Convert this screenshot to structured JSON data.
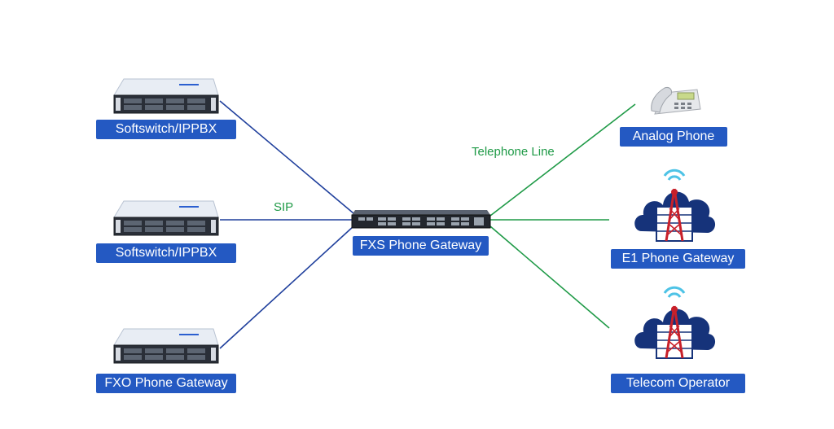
{
  "colors": {
    "label_bg": "#2459c2",
    "label_text": "#ffffff",
    "sip_line": "#1f3f9c",
    "telephone_line": "#1f9a47",
    "sip_text": "#1f9a47",
    "telephone_text": "#1f9a47"
  },
  "left_nodes": [
    {
      "label": "Softswitch/IPPBX",
      "icon": "rack-server-icon"
    },
    {
      "label": "Softswitch/IPPBX",
      "icon": "rack-server-icon"
    },
    {
      "label": "FXO Phone Gateway",
      "icon": "rack-server-icon"
    }
  ],
  "center_node": {
    "label": "FXS Phone Gateway",
    "icon": "gateway-device-icon"
  },
  "right_nodes": [
    {
      "label": "Analog Phone",
      "icon": "desk-phone-icon"
    },
    {
      "label": "E1 Phone Gateway",
      "icon": "cell-tower-cloud-icon"
    },
    {
      "label": "Telecom Operator",
      "icon": "cell-tower-cloud-icon"
    }
  ],
  "connection_labels": {
    "sip": "SIP",
    "telephone_line": "Telephone Line"
  }
}
